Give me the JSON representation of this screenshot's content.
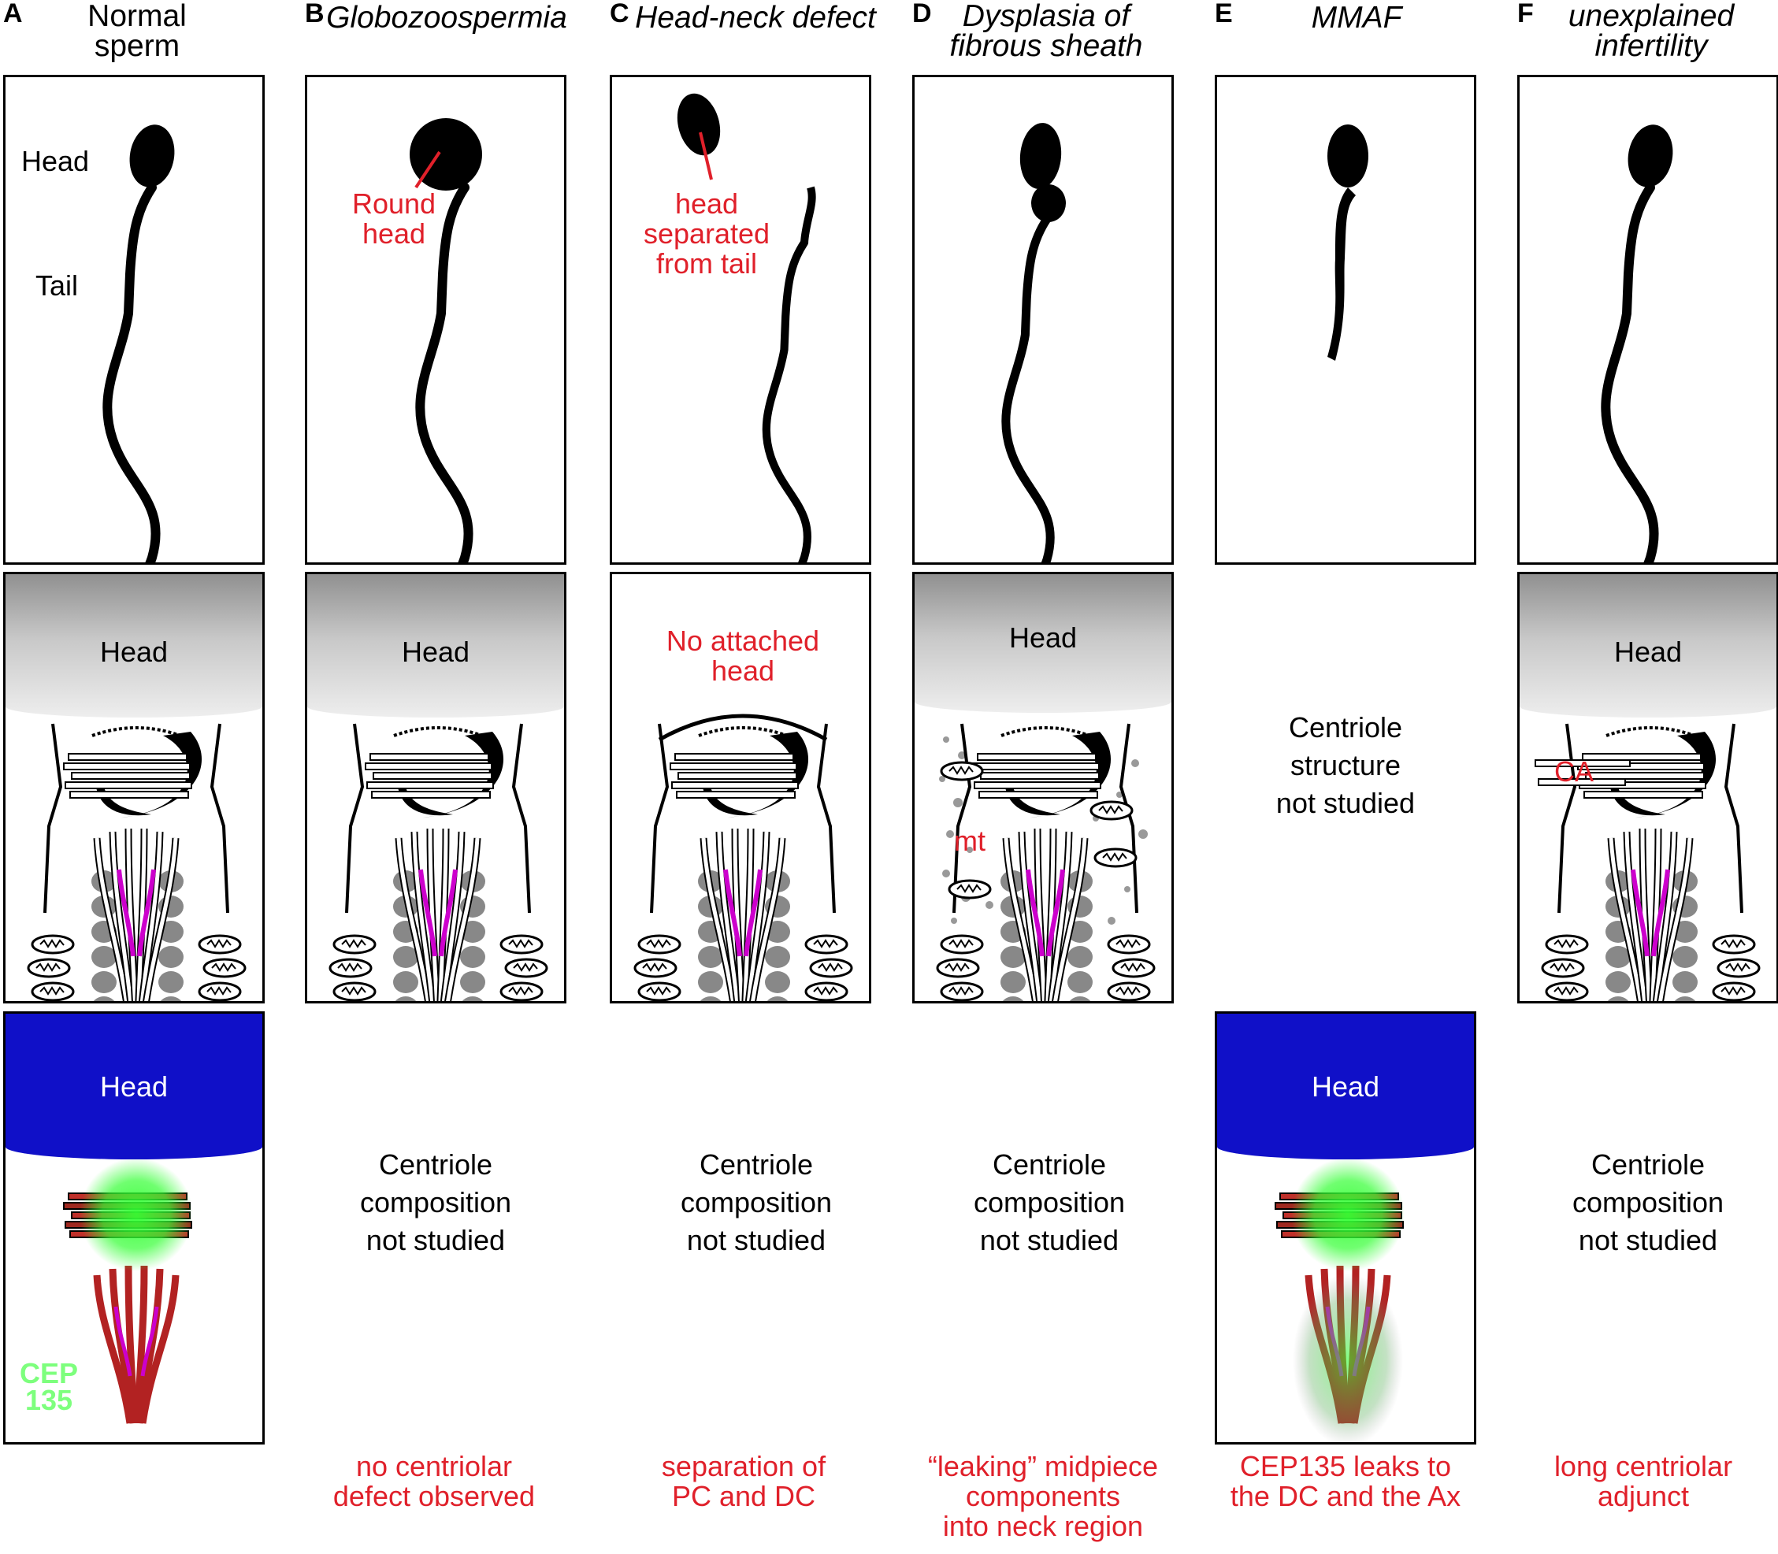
{
  "columns": [
    {
      "letter": "A",
      "title": "Normal sperm",
      "title_line2": "",
      "italic": false,
      "labels": {
        "head": "Head",
        "tail": "Tail"
      },
      "neck_head": "Head",
      "bottom_head": "Head",
      "protein": "CEP 135",
      "protein_line1": "CEP",
      "protein_line2": "135",
      "caption": ""
    },
    {
      "letter": "B",
      "title": "Globozoospermia",
      "italic": true,
      "annotation": "Round head",
      "annotation_l1": "Round",
      "annotation_l2": "head",
      "neck_head": "Head",
      "note_l1": "Centriole",
      "note_l2": "composition",
      "note_l3": "not studied",
      "caption_l1": "no centriolar",
      "caption_l2": "defect observed"
    },
    {
      "letter": "C",
      "title": "Head-neck defect",
      "italic": true,
      "annotation_l1": "head",
      "annotation_l2": "separated",
      "annotation_l3": "from tail",
      "neck_note_l1": "No attached",
      "neck_note_l2": "head",
      "note_l1": "Centriole",
      "note_l2": "composition",
      "note_l3": "not studied",
      "caption_l1": "separation of",
      "caption_l2": "PC and DC"
    },
    {
      "letter": "D",
      "title_l1": "Dysplasia of",
      "title_l2": "fibrous sheath",
      "italic": true,
      "neck_head": "Head",
      "marker": "mt",
      "note_l1": "Centriole",
      "note_l2": "composition",
      "note_l3": "not studied",
      "caption_l1": "“leaking” midpiece",
      "caption_l2": "components",
      "caption_l3": "into neck region"
    },
    {
      "letter": "E",
      "title": "MMAF",
      "italic": true,
      "neck_note_l1": "Centriole",
      "neck_note_l2": "structure",
      "neck_note_l3": "not studied",
      "bottom_head": "Head",
      "caption_l1": "CEP135 leaks to",
      "caption_l2": "the DC and the Ax"
    },
    {
      "letter": "F",
      "title_l1": "unexplained",
      "title_l2": "infertility",
      "italic": true,
      "neck_head": "Head",
      "marker": "CA",
      "note_l1": "Centriole",
      "note_l2": "composition",
      "note_l3": "not studied",
      "caption_l1": "long centriolar",
      "caption_l2": "adjunct"
    }
  ],
  "colors": {
    "red_text": "#e0202a",
    "blue_head": "#1010c8",
    "green_signal": "#33ff33",
    "magenta": "#cc00cc",
    "microtubule_red": "#b22222"
  }
}
